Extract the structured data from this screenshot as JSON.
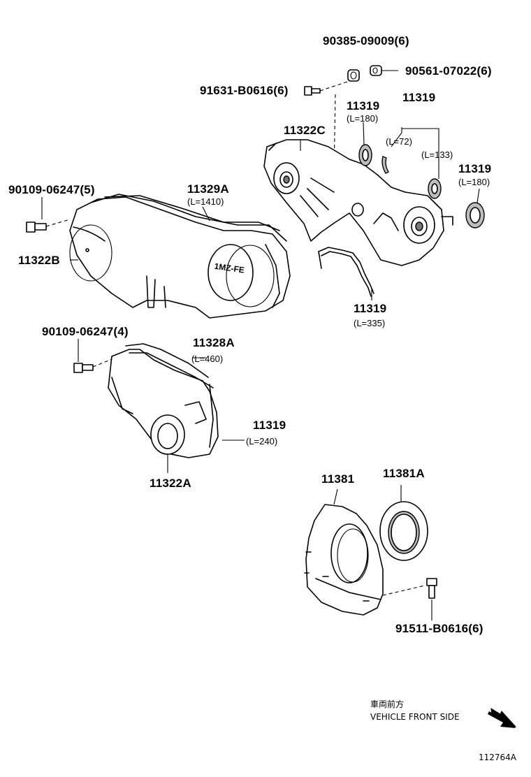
{
  "labels": {
    "p90385": "90385-09009(6)",
    "p90561": "90561-07022(6)",
    "p91631": "91631-B0616(6)",
    "p11319_a": "11319",
    "p11319_a_len": "(L=180)",
    "p11319_b": "11319",
    "p11319_b_len1": "(L=72)",
    "p11319_b_len2": "(L=133)",
    "p11322C": "11322C",
    "p11319_c": "11319",
    "p11319_c_len": "(L=180)",
    "p90109_5": "90109-06247(5)",
    "p11329A": "11329A",
    "p11329A_len": "(L=1410)",
    "p11322B": "11322B",
    "p11319_d": "11319",
    "p11319_d_len": "(L=335)",
    "p90109_4": "90109-06247(4)",
    "p11328A": "11328A",
    "p11328A_len": "(L=460)",
    "p11319_e": "11319",
    "p11319_e_len": "(L=240)",
    "p11322A": "11322A",
    "p11381": "11381",
    "p11381A": "11381A",
    "p91511": "91511-B0616(6)"
  },
  "cover_marking": "1MZ-FE",
  "vehicle_front_jp": "車両前方",
  "vehicle_front_en": "VEHICLE FRONT SIDE",
  "figure_code": "112764A",
  "icons": {
    "direction": "arrow-down-right-icon"
  }
}
